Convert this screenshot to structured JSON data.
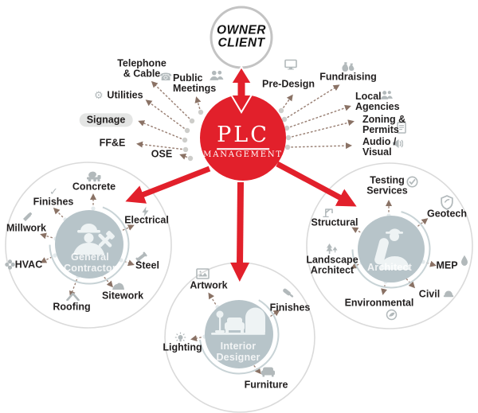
{
  "colors": {
    "brand_red": "#e2202b",
    "cluster_circle": "#b7c4c9",
    "dashed_line": "#9b8276",
    "icon_gray": "#b2b9bb",
    "outer_ring": "#dadada"
  },
  "owner_client": {
    "lines": [
      "OWNER",
      "CLIENT"
    ]
  },
  "hub": {
    "title": "PLC",
    "subtitle": "MANAGEMENT"
  },
  "icon_glyphs": {
    "telephone": "☎",
    "gear": "⚙",
    "check": "✓"
  },
  "hub_spokes": {
    "left": [
      {
        "lines": [
          "Telephone",
          "& Cable"
        ]
      },
      {
        "lines": [
          "Public",
          "Meetings"
        ]
      },
      {
        "lines": [
          "Utilities"
        ]
      },
      {
        "lines": [
          "Signage"
        ],
        "highlighted": true
      },
      {
        "lines": [
          "FF&E"
        ]
      },
      {
        "lines": [
          "OSE"
        ]
      }
    ],
    "right": [
      {
        "lines": [
          "Pre-Design"
        ]
      },
      {
        "lines": [
          "Fundraising"
        ]
      },
      {
        "lines": [
          "Local",
          "Agencies"
        ]
      },
      {
        "lines": [
          "Zoning &",
          "Permits"
        ]
      },
      {
        "lines": [
          "Audio /",
          "Visual"
        ]
      }
    ]
  },
  "clusters": {
    "general_contractor": {
      "title_lines": [
        "General",
        "Contractor"
      ],
      "spokes": [
        {
          "lines": [
            "Concrete"
          ]
        },
        {
          "lines": [
            "Finishes"
          ]
        },
        {
          "lines": [
            "Millwork"
          ]
        },
        {
          "lines": [
            "HVAC"
          ]
        },
        {
          "lines": [
            "Roofing"
          ]
        },
        {
          "lines": [
            "Sitework"
          ]
        },
        {
          "lines": [
            "Steel"
          ]
        },
        {
          "lines": [
            "Electrical"
          ]
        }
      ]
    },
    "interior_designer": {
      "title_lines": [
        "Interior",
        "Designer"
      ],
      "spokes": [
        {
          "lines": [
            "Artwork"
          ]
        },
        {
          "lines": [
            "Finishes"
          ]
        },
        {
          "lines": [
            "Lighting"
          ]
        },
        {
          "lines": [
            "Furniture"
          ]
        }
      ]
    },
    "architect": {
      "title_lines": [
        "Architect"
      ],
      "spokes": [
        {
          "lines": [
            "Testing",
            "Services"
          ]
        },
        {
          "lines": [
            "Geotech"
          ]
        },
        {
          "lines": [
            "Structural"
          ]
        },
        {
          "lines": [
            "Landscape",
            "Architect"
          ]
        },
        {
          "lines": [
            "MEP"
          ]
        },
        {
          "lines": [
            "Civil"
          ]
        },
        {
          "lines": [
            "Environmental"
          ]
        }
      ]
    }
  }
}
